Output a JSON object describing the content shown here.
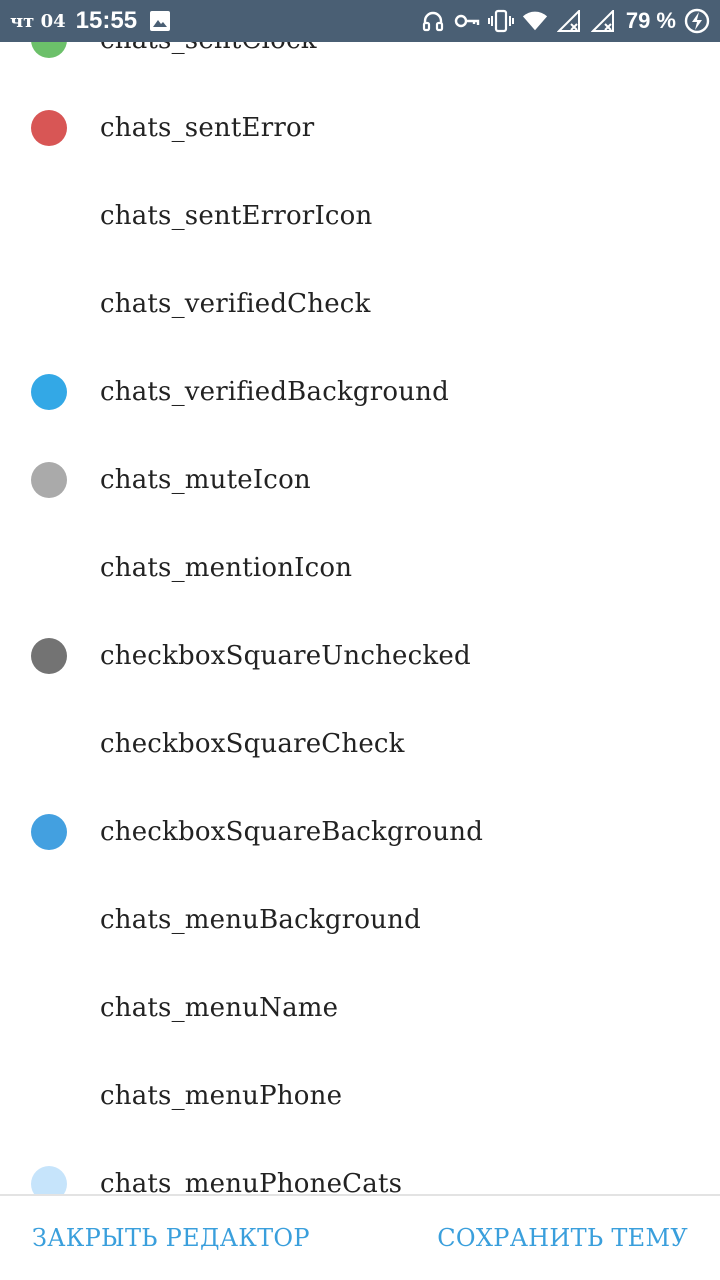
{
  "status_bar": {
    "day": "чт 04",
    "time": "15:55",
    "battery": "79 %",
    "icons": [
      "image-icon",
      "headphones-icon",
      "vpn-key-icon",
      "vibrate-icon",
      "wifi-icon",
      "signal-icon",
      "signal-icon",
      "battery-charging-icon"
    ]
  },
  "list": {
    "items": [
      {
        "label": "chats_sentClock",
        "color": "#6cc06a"
      },
      {
        "label": "chats_sentError",
        "color": "#d85655"
      },
      {
        "label": "chats_sentErrorIcon",
        "color": ""
      },
      {
        "label": "chats_verifiedCheck",
        "color": ""
      },
      {
        "label": "chats_verifiedBackground",
        "color": "#33a8e6"
      },
      {
        "label": "chats_muteIcon",
        "color": "#aaaaaa"
      },
      {
        "label": "chats_mentionIcon",
        "color": ""
      },
      {
        "label": "checkboxSquareUnchecked",
        "color": "#737373"
      },
      {
        "label": "checkboxSquareCheck",
        "color": ""
      },
      {
        "label": "checkboxSquareBackground",
        "color": "#43a0e0"
      },
      {
        "label": "chats_menuBackground",
        "color": ""
      },
      {
        "label": "chats_menuName",
        "color": ""
      },
      {
        "label": "chats_menuPhone",
        "color": ""
      },
      {
        "label": "chats_menuPhoneCats",
        "color": "#c6e4fb"
      }
    ]
  },
  "bottom_bar": {
    "close_label": "ЗАКРЫТЬ РЕДАКТОР",
    "save_label": "СОХРАНИТЬ ТЕМУ",
    "accent": "#3a9fdc"
  }
}
